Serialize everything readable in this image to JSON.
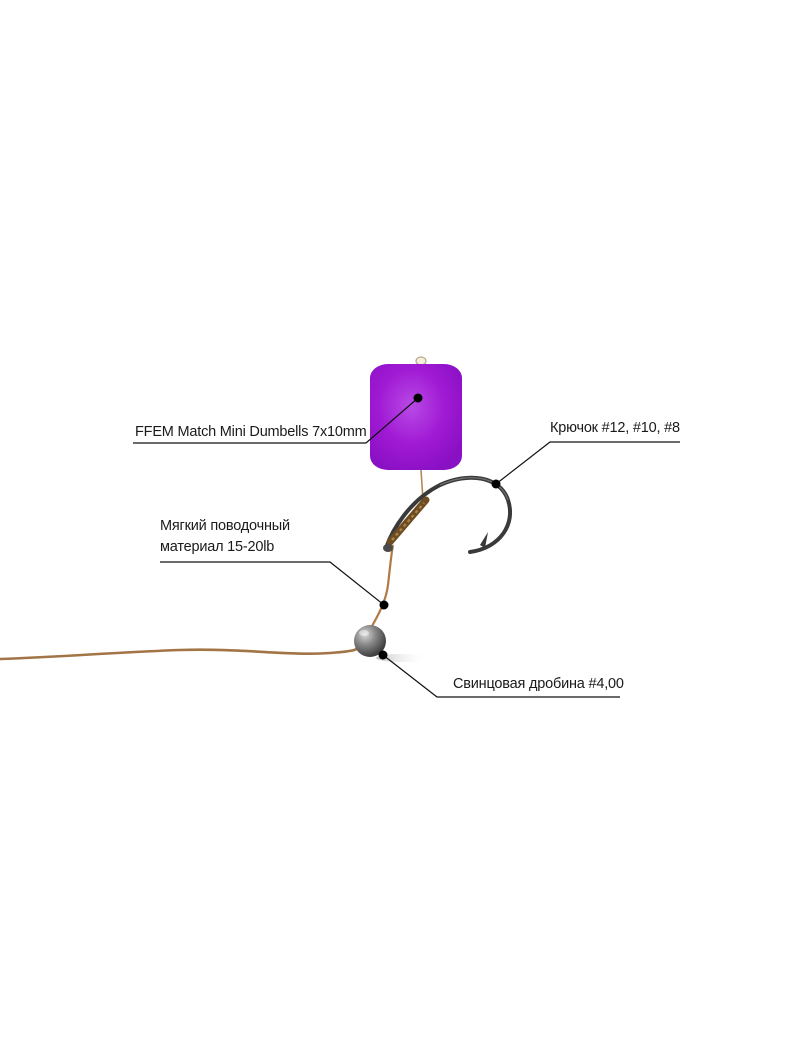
{
  "diagram": {
    "type": "product-rig-annotation",
    "background": "#ffffff",
    "components": [
      {
        "id": "bait",
        "label": "FFEM Match Mini Dumbells 7x10mm",
        "color": "#a21ad6"
      },
      {
        "id": "hook",
        "label": "Крючок #12, #10, #8",
        "color": "#3a3a3a"
      },
      {
        "id": "hooklink",
        "label_line1": "Мягкий поводочный",
        "label_line2": "материал 15-20lb",
        "color": "#b07a45"
      },
      {
        "id": "shot",
        "label": "Свинцовая дробина #4,00",
        "color": "#7a7a7a"
      }
    ],
    "leader_color": "#111111"
  }
}
